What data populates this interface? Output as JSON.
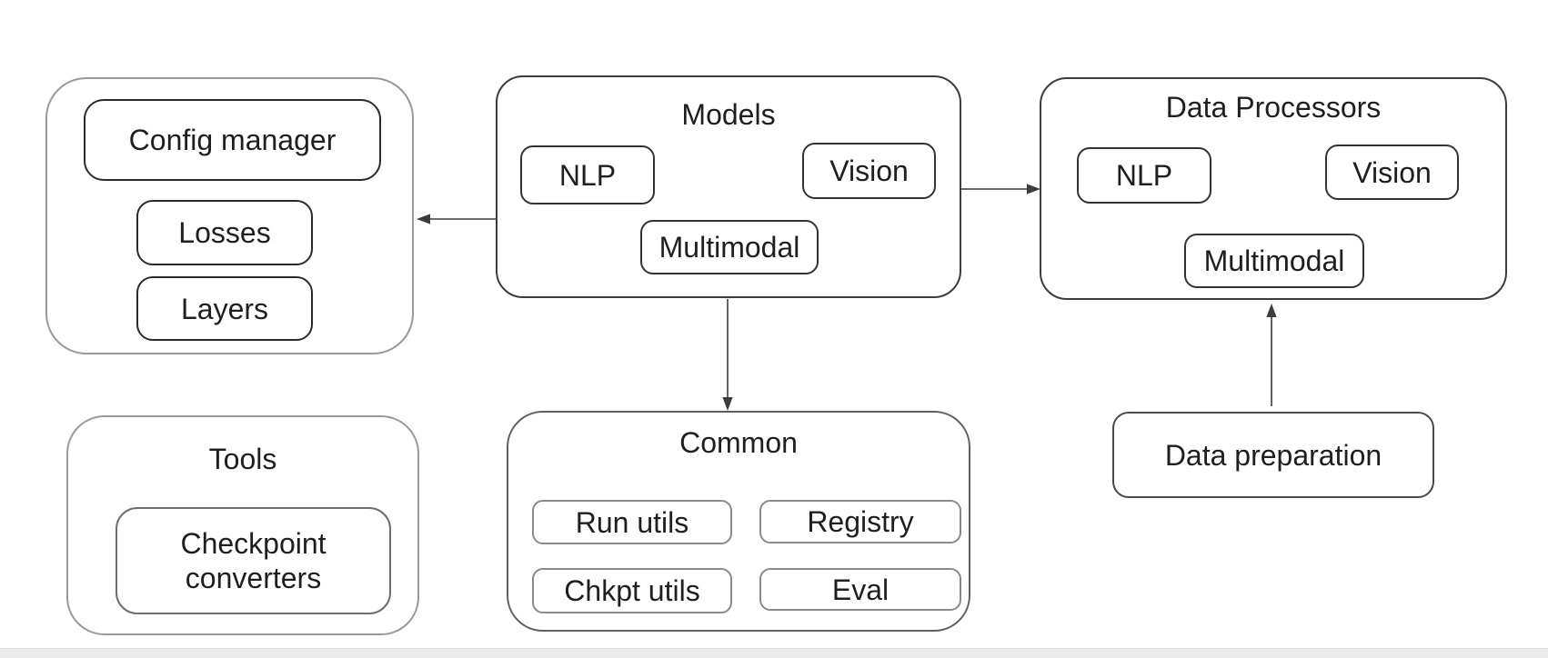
{
  "page": {
    "background": "#ffffff",
    "bottom_strip_color": "#ebebeb"
  },
  "palette": {
    "text_color": "#1f1f1f",
    "outer_group_border": "#9a9a9a",
    "dark_node_border": "#2b2b2b",
    "frame_border": "#3c3c3c",
    "common_border": "#5f5f5f",
    "common_inner_border": "#8a8a8a",
    "tools_inner_border": "#6e6e6e",
    "data_prep_border": "#4a4a4a",
    "arrow_color": "#3c3c3c"
  },
  "nodes": {
    "config_manager": "Config manager",
    "losses": "Losses",
    "layers": "Layers",
    "models_title": "Models",
    "models_nlp": "NLP",
    "models_vision": "Vision",
    "models_multimodal": "Multimodal",
    "dp_title": "Data Processors",
    "dp_nlp": "NLP",
    "dp_vision": "Vision",
    "dp_multimodal": "Multimodal",
    "tools_title": "Tools",
    "checkpoint_converters": "Checkpoint converters",
    "common_title": "Common",
    "run_utils": "Run utils",
    "registry": "Registry",
    "chkpt_utils": "Chkpt utils",
    "eval": "Eval",
    "data_preparation": "Data preparation"
  },
  "edges": [
    {
      "from": "Models",
      "to": "Config manager / Losses / Layers cluster",
      "direction": "left"
    },
    {
      "from": "Models",
      "to": "Data Processors",
      "direction": "right"
    },
    {
      "from": "Models",
      "to": "Common",
      "direction": "down"
    },
    {
      "from": "Data preparation",
      "to": "Data Processors",
      "direction": "up"
    }
  ]
}
